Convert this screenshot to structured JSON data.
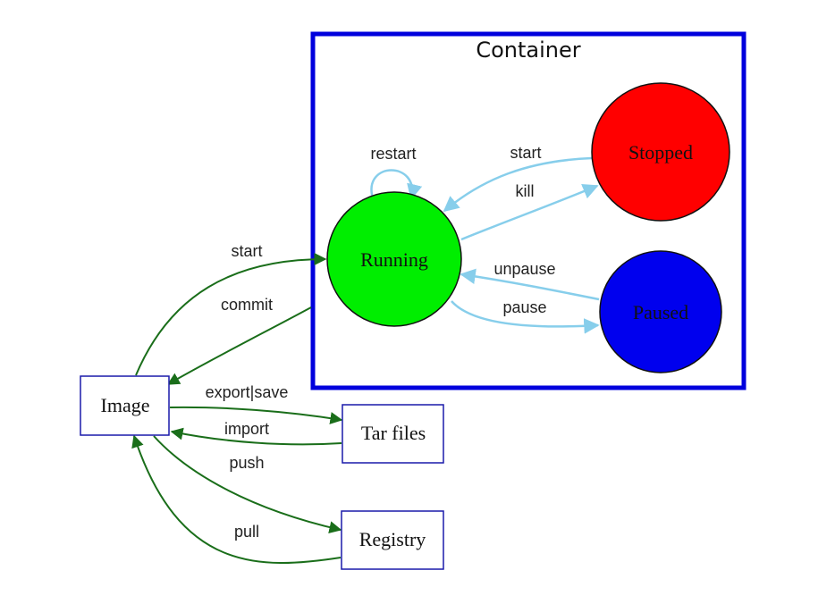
{
  "diagram": {
    "cluster": {
      "label": "Container",
      "color": "#0000dd"
    },
    "nodes": {
      "running": {
        "label": "Running",
        "color": "#00ee00"
      },
      "stopped": {
        "label": "Stopped",
        "color": "#ff0000"
      },
      "paused": {
        "label": "Paused",
        "color": "#0000ee"
      },
      "image": {
        "label": "Image"
      },
      "tarfiles": {
        "label": "Tar files"
      },
      "registry": {
        "label": "Registry"
      }
    },
    "edges": {
      "restart": "restart",
      "start_stopped": "start",
      "kill": "kill",
      "unpause": "unpause",
      "pause": "pause",
      "start_image": "start",
      "commit": "commit",
      "export_save": "export|save",
      "import": "import",
      "push": "push",
      "pull": "pull"
    },
    "colors": {
      "container_edges": "#87ceeb",
      "image_edges": "#1a6e1a",
      "box_border": "#1a1aaa"
    }
  }
}
